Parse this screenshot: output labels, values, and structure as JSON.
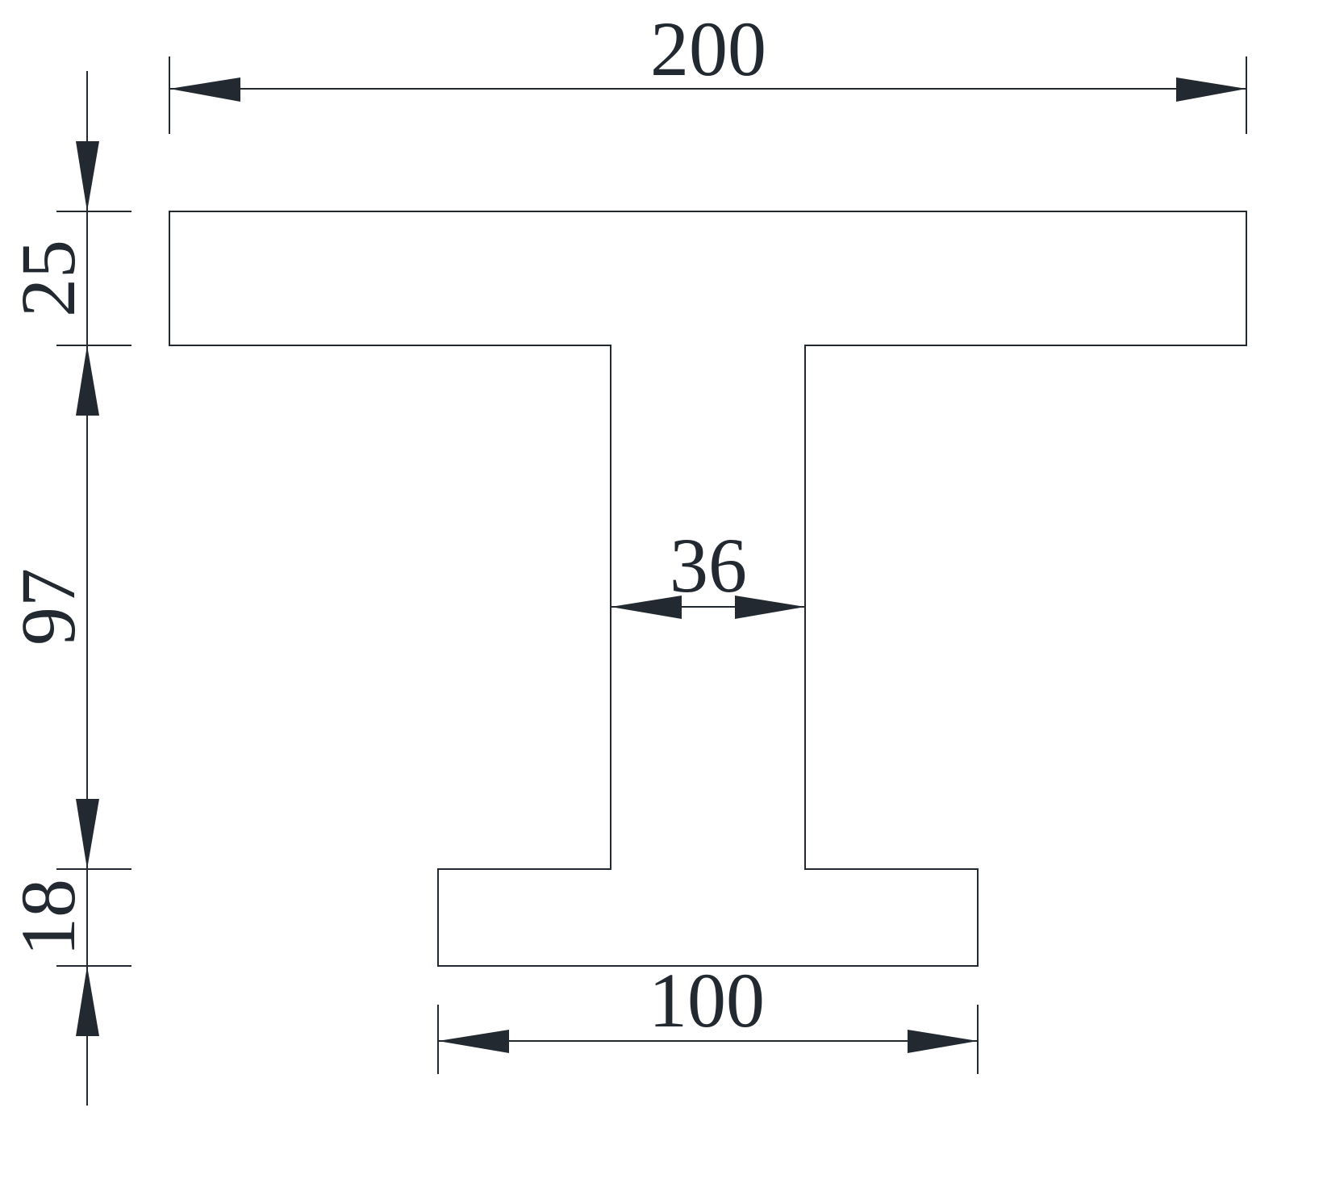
{
  "diagram": {
    "type": "I-beam cross-section dimension drawing",
    "line_color": "#222930",
    "dimensions": {
      "top_flange_width": "200",
      "top_flange_thickness": "25",
      "web_height": "97",
      "web_thickness": "36",
      "bottom_flange_thickness": "18",
      "bottom_flange_width": "100"
    }
  }
}
